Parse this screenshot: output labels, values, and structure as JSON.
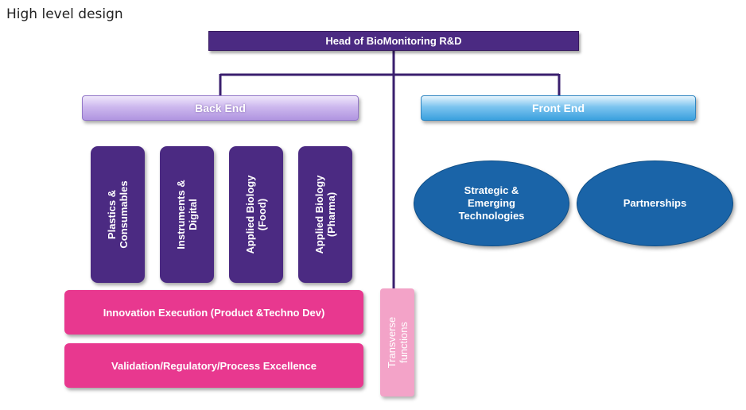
{
  "title": "High level design",
  "head": "Head of BioMonitoring R&D",
  "back_end": "Back End",
  "front_end": "Front End",
  "pillars": [
    {
      "line1": "Plastics &",
      "line2": "Consumables"
    },
    {
      "line1": "Instruments &",
      "line2": "Digital"
    },
    {
      "line1": "Applied Biology",
      "line2": "(Food)"
    },
    {
      "line1": "Applied Biology",
      "line2": "(Pharma)"
    }
  ],
  "innovation": "Innovation Execution (Product &Techno Dev)",
  "validation": "Validation/Regulatory/Process Excellence",
  "transverse": {
    "line1": "Transverse",
    "line2": "functions"
  },
  "strategic": "Strategic & Emerging Technologies",
  "partnerships": "Partnerships",
  "colors": {
    "head": "#4b2a82",
    "back_end": "#b095e0",
    "front_end": "#3aa0de",
    "pillar": "#4b2a82",
    "pink": "#e8388f",
    "transverse": "#f3a3c8",
    "ellipse": "#1a64a8"
  }
}
